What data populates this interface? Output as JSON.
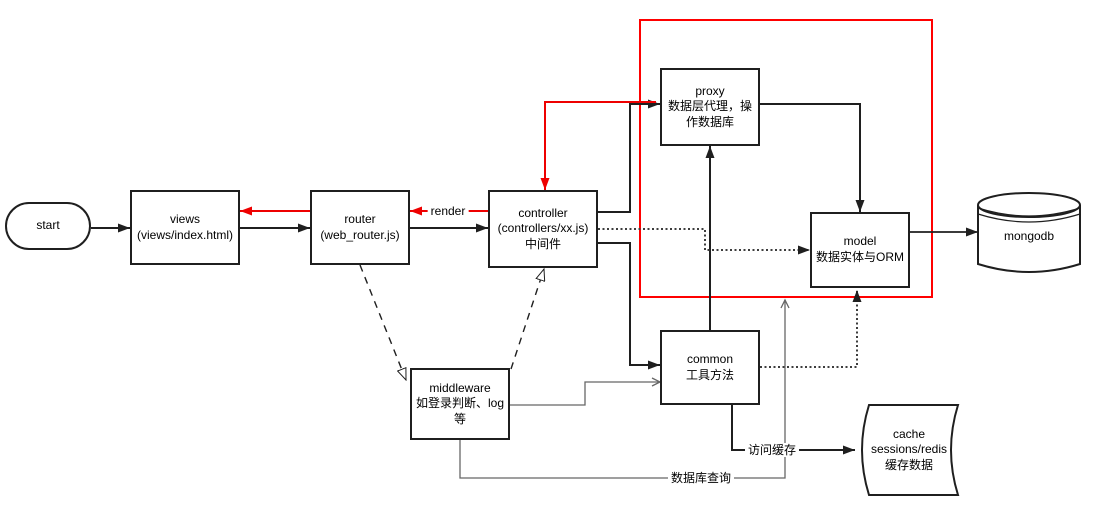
{
  "diagram": {
    "nodes": {
      "start": {
        "label": "start"
      },
      "views": {
        "label": "views\n(views/index.html)"
      },
      "router": {
        "label": "router\n(web_router.js)"
      },
      "controller": {
        "label": "controller\n(controllers/xx.js)\n中间件"
      },
      "proxy": {
        "label": "proxy\n数据层代理，操\n作数据库"
      },
      "model": {
        "label": "model\n数据实体与ORM"
      },
      "common": {
        "label": "common\n工具方法"
      },
      "middleware": {
        "label": "middleware\n如登录判断、log\n等"
      },
      "mongodb": {
        "label": "mongodb"
      },
      "cache": {
        "label": "cache\nsessions/redis\n缓存数据"
      }
    },
    "edge_labels": {
      "render": "render",
      "access_cache": "访问缓存",
      "db_query": "数据库查询"
    },
    "colors": {
      "highlight_red": "#ff0000",
      "arrow_red": "#ee0000",
      "line_black": "#1f1f1f",
      "line_gray": "#666666",
      "dotted": "#3d3d3d"
    }
  }
}
